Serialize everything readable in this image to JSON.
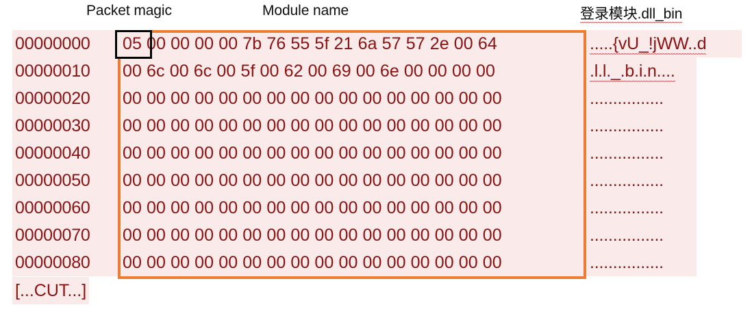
{
  "annotations": {
    "packet_magic": "Packet magic",
    "module_name": "Module name",
    "filename_cjk": "登录模块",
    "filename_ext": ".dll_bin"
  },
  "colors": {
    "hex_text": "#8b1212",
    "row_background": "#fbeaea",
    "highlight_box": "#ed7d31",
    "magic_box": "#000000",
    "spellcheck_squiggle": "#e03131",
    "label_text": "#0d0d0d",
    "page_background": "#ffffff"
  },
  "hexdump": {
    "bytes_per_row": 16,
    "cut_marker": "[...CUT...]",
    "rows": [
      {
        "offset": "00000000",
        "magic_byte": "05",
        "hex": "00 00 00 00 7b 76 55 5f 21 6a 57 57 2e 00 64",
        "ascii": ".....{vU_!jWW..d",
        "ascii_width": "wide"
      },
      {
        "offset": "00000010",
        "magic_byte": "",
        "hex": "00 6c 00 6c 00 5f 00 62 00 69 00 6e 00 00 00 00",
        "ascii": ".l.l._.b.i.n....",
        "ascii_width": "narrow"
      },
      {
        "offset": "00000020",
        "magic_byte": "",
        "hex": "00 00 00 00 00 00 00 00 00 00 00 00 00 00 00 00",
        "ascii": "................",
        "ascii_width": "narrow"
      },
      {
        "offset": "00000030",
        "magic_byte": "",
        "hex": "00 00 00 00 00 00 00 00 00 00 00 00 00 00 00 00",
        "ascii": "................",
        "ascii_width": "narrow"
      },
      {
        "offset": "00000040",
        "magic_byte": "",
        "hex": "00 00 00 00 00 00 00 00 00 00 00 00 00 00 00 00",
        "ascii": "................",
        "ascii_width": "narrow"
      },
      {
        "offset": "00000050",
        "magic_byte": "",
        "hex": "00 00 00 00 00 00 00 00 00 00 00 00 00 00 00 00",
        "ascii": "................",
        "ascii_width": "narrow"
      },
      {
        "offset": "00000060",
        "magic_byte": "",
        "hex": "00 00 00 00 00 00 00 00 00 00 00 00 00 00 00 00",
        "ascii": "................",
        "ascii_width": "narrow"
      },
      {
        "offset": "00000070",
        "magic_byte": "",
        "hex": "00 00 00 00 00 00 00 00 00 00 00 00 00 00 00 00",
        "ascii": "................",
        "ascii_width": "narrow"
      },
      {
        "offset": "00000080",
        "magic_byte": "",
        "hex": "00 00 00 00 00 00 00 00 00 00 00 00 00 00 00 00",
        "ascii": "................",
        "ascii_width": "narrow"
      }
    ]
  }
}
